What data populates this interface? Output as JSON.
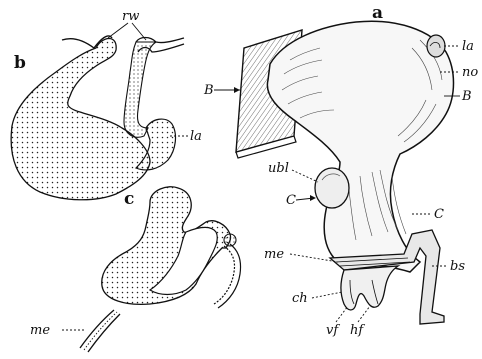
{
  "figure": {
    "panels": {
      "a": "a",
      "b": "b",
      "c": "c"
    },
    "labels": {
      "rw": "rw",
      "la_b": "la",
      "la_a": "la",
      "no": "no",
      "B_left": "B",
      "B_right": "B",
      "ubl": "ubl",
      "C_left": "C",
      "C_right": "C",
      "me_a": "me",
      "bs": "bs",
      "ch": "ch",
      "vf": "vf",
      "hf": "hf",
      "me_c": "me"
    }
  }
}
